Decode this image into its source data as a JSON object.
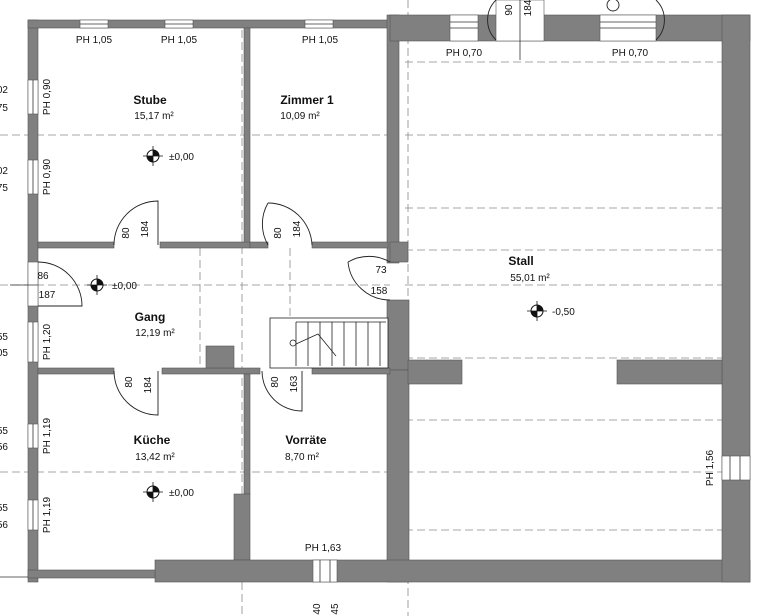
{
  "rooms": [
    {
      "name": "Stube",
      "area": "15,17 m²",
      "level": "±0,00"
    },
    {
      "name": "Zimmer 1",
      "area": "10,09 m²"
    },
    {
      "name": "Gang",
      "area": "12,19 m²",
      "level": "±0,00"
    },
    {
      "name": "Küche",
      "area": "13,42 m²",
      "level": "±0,00"
    },
    {
      "name": "Vorräte",
      "area": "8,70 m²"
    },
    {
      "name": "Stall",
      "area": "55,01 m²",
      "level": "-0,50"
    }
  ],
  "windows": {
    "stube_top": "PH 1,05",
    "stube_top2": "PH 1,05",
    "zimmer_top": "PH 1,05",
    "stall_top_left": "PH 0,70",
    "stall_top_right": "PH 0,70",
    "stube_left_1": "PH 0,90",
    "stube_left_2": "PH 0,90",
    "gang_left": "PH 1,20",
    "kueche_left_1": "PH 1,19",
    "kueche_left_2": "PH 1,19",
    "stall_right": "PH 1,56",
    "vorraete_bottom": "PH 1,63"
  },
  "doors": {
    "stube_w": "80",
    "stube_h": "184",
    "zimmer_w": "80",
    "zimmer_h": "184",
    "gang_w": "86",
    "gang_h": "187",
    "stall_w": "73",
    "stall_h": "158",
    "kueche_w": "80",
    "kueche_h": "184",
    "vorraete_w": "80",
    "vorraete_h": "163",
    "top_w": "90",
    "top_h": "184",
    "bottom_w": "40",
    "bottom_h": "45"
  },
  "edge_marks": [
    "02",
    "75",
    "02",
    "75",
    "55",
    "05",
    "55",
    "56",
    "55",
    "56"
  ]
}
